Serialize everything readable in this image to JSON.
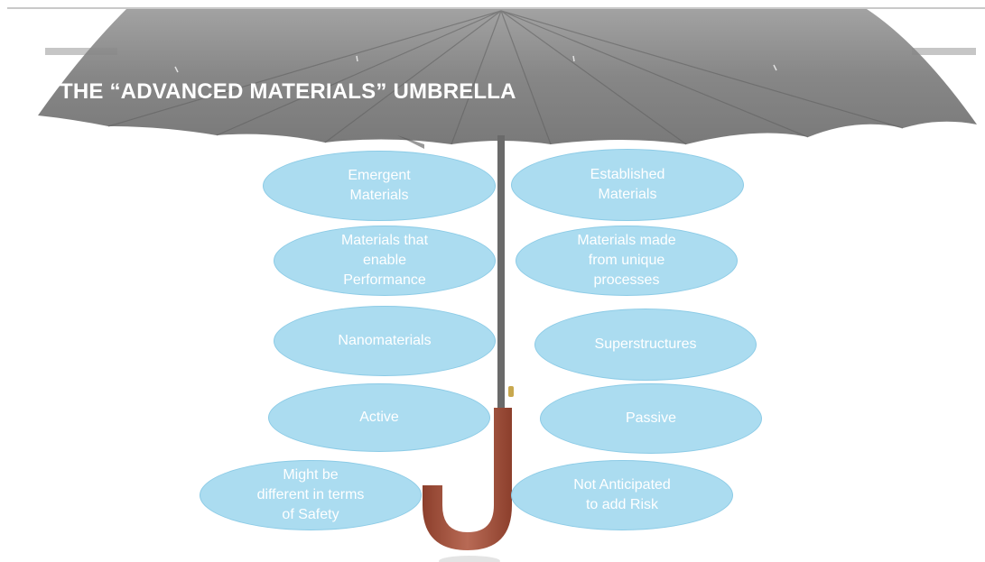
{
  "slide": {
    "title": "THE “ADVANCED MATERIALS” UMBRELLA"
  },
  "colors": {
    "bubble_fill": "#abdcf0",
    "bubble_text": "#ffffff",
    "canopy": "#7d7d7d",
    "handle": "#a0523f",
    "title_text": "#ffffff"
  },
  "bubbles": {
    "left": [
      "Emergent\nMaterials",
      "Materials that\nenable\nPerformance",
      "Nanomaterials",
      "Active",
      "Might be\ndifferent in terms\nof Safety"
    ],
    "right": [
      "Established\nMaterials",
      "Materials made\nfrom unique\nprocesses",
      "Superstructures",
      "Passive",
      "Not Anticipated\nto add Risk"
    ]
  },
  "graphics": {
    "umbrella": "umbrella-icon"
  }
}
